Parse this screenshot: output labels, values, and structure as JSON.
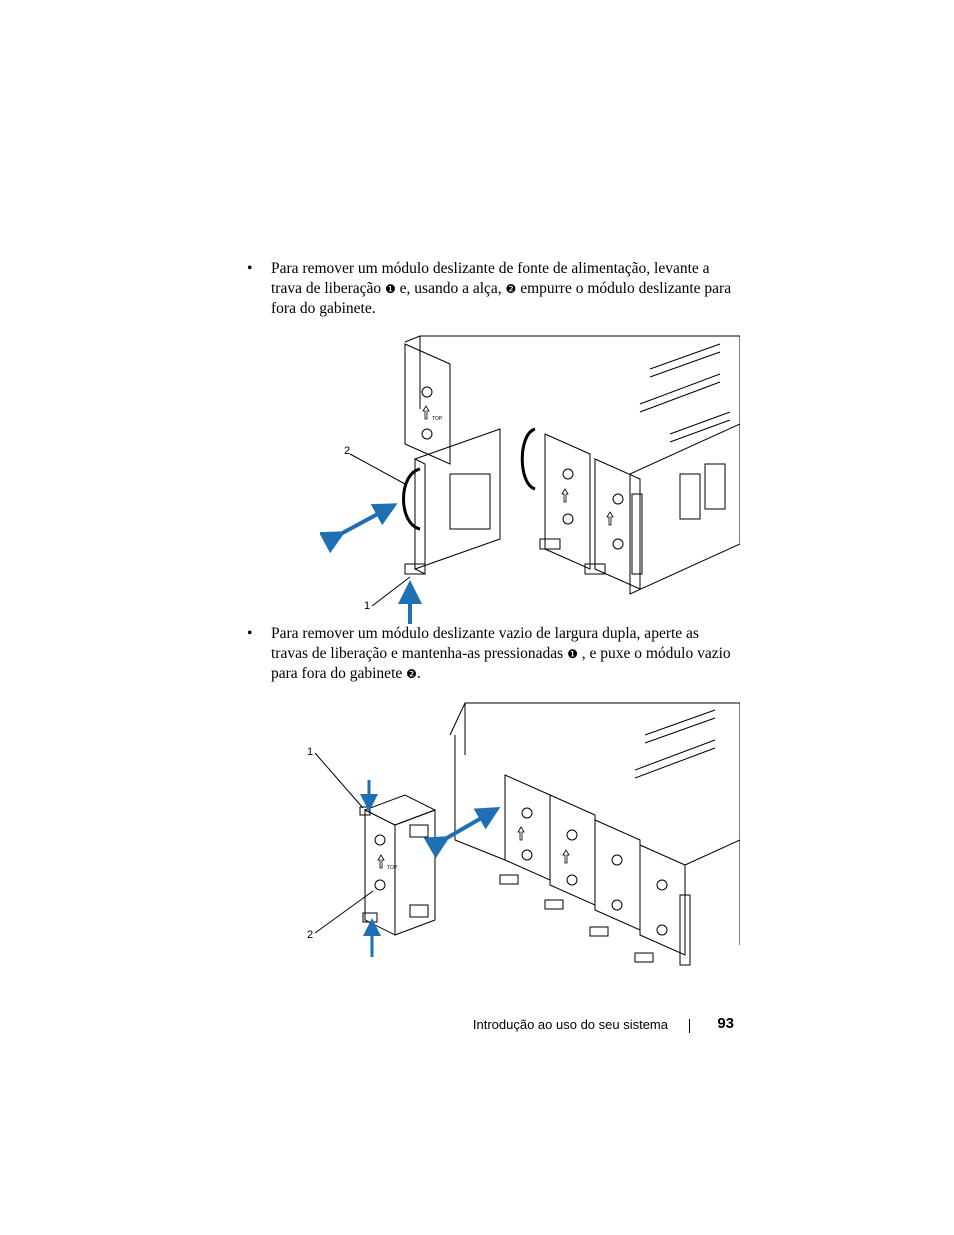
{
  "instructions": [
    {
      "bullet": "•",
      "part1": "Para remover um módulo deslizante de fonte de alimentação, levante a trava de liberação ",
      "marker1": "❶",
      "part2": " e, usando a alça, ",
      "marker2": "❷",
      "part3": " empurre o módulo deslizante para fora do gabinete."
    },
    {
      "bullet": "•",
      "part1": "Para remover um módulo deslizante vazio de largura dupla, aperte as travas de liberação e mantenha-as pressionadas ",
      "marker1": "❶",
      "part2": " , e puxe o módulo vazio para fora do gabinete ",
      "marker2": "❷",
      "part3": "."
    }
  ],
  "figure1": {
    "callout_1": "1",
    "callout_2": "2",
    "top_label": "TOP"
  },
  "figure2": {
    "callout_1": "1",
    "callout_2": "2",
    "top_label": "TOP"
  },
  "footer": {
    "section_title": "Introdução ao uso do seu sistema",
    "page_number": "93"
  },
  "colors": {
    "arrow": "#1f6fb4",
    "line": "#000000"
  }
}
